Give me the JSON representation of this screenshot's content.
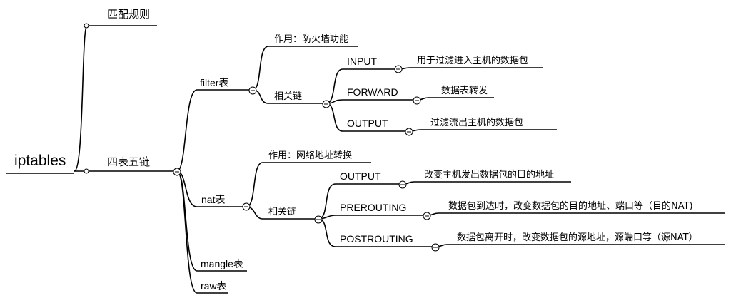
{
  "root": {
    "label": "iptables"
  },
  "branches": {
    "match_rules": "匹配规则",
    "four_tables_five_chains": "四表五链"
  },
  "tables": {
    "filter": {
      "label": "filter表",
      "purpose": "作用：防火墙功能",
      "chains_label": "相关链",
      "chains": [
        {
          "name": "INPUT",
          "desc": "用于过滤进入主机的数据包"
        },
        {
          "name": "FORWARD",
          "desc": "数据表转发"
        },
        {
          "name": "OUTPUT",
          "desc": "过滤流出主机的数据包"
        }
      ]
    },
    "nat": {
      "label": "nat表",
      "purpose": "作用：网络地址转换",
      "chains_label": "相关链",
      "chains": [
        {
          "name": "OUTPUT",
          "desc": "改变主机发出数据包的目的地址"
        },
        {
          "name": "PREROUTING",
          "desc": "数据包到达时，改变数据包的目的地址、端口等（目的NAT)"
        },
        {
          "name": "POSTROUTING",
          "desc": "数据包离开时，改变数据包的源地址，源端口等（源NAT）"
        }
      ]
    },
    "mangle": {
      "label": "mangle表"
    },
    "raw": {
      "label": "raw表"
    }
  }
}
